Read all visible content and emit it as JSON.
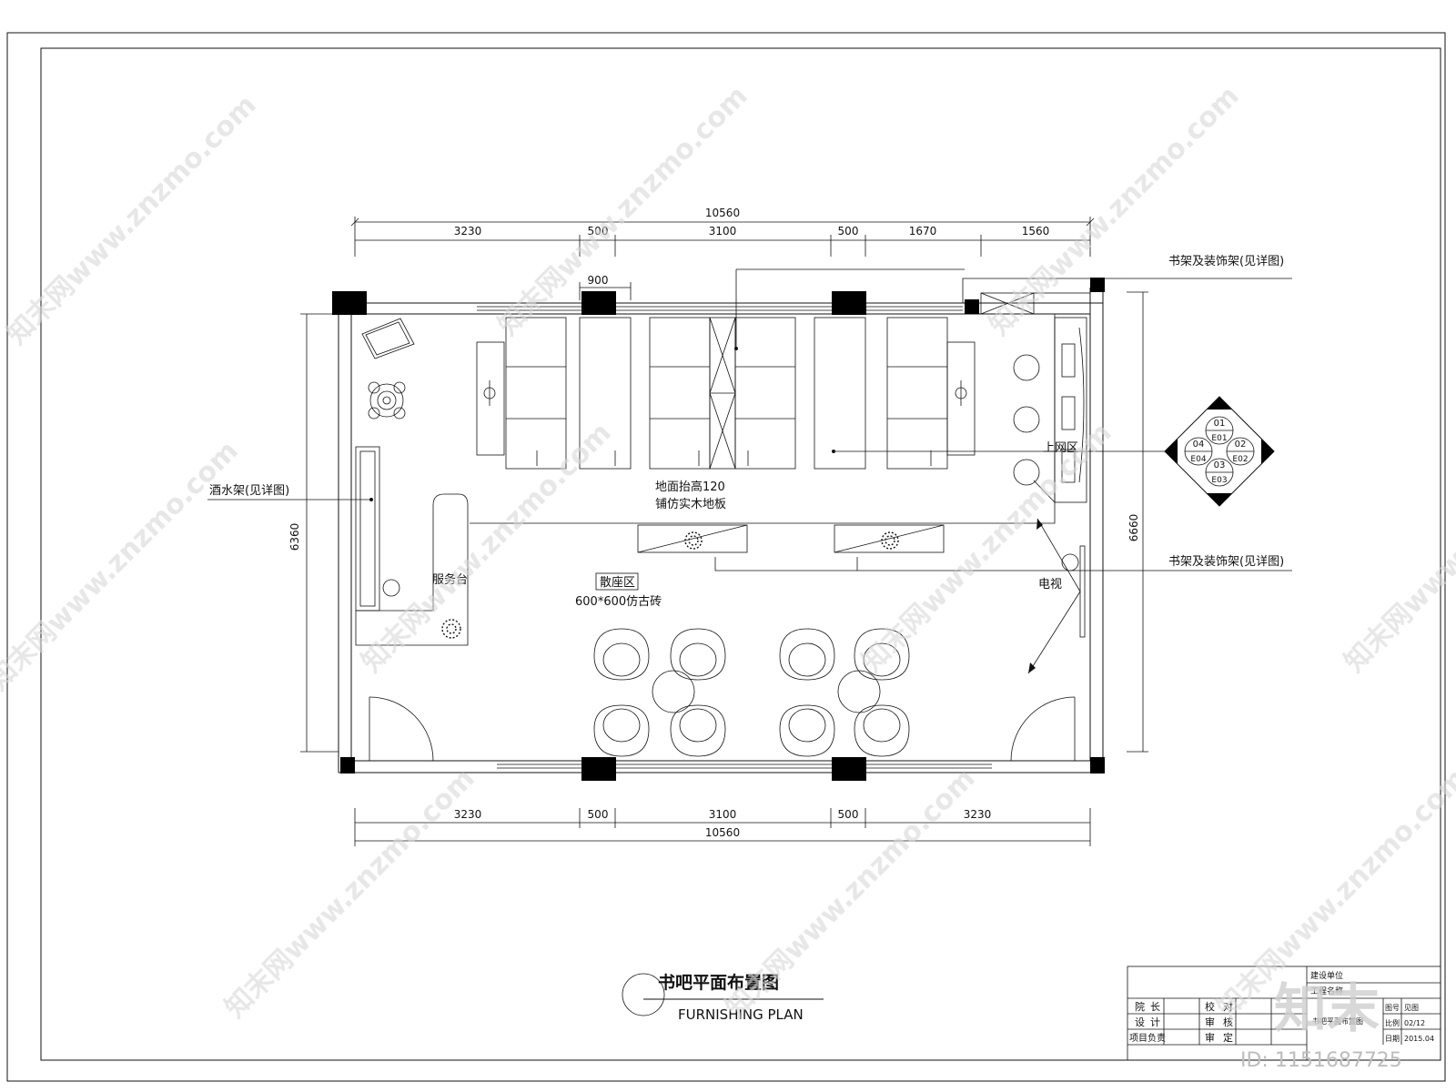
{
  "drawing": {
    "title_cn": "书吧平面布置图",
    "title_en": "FURNISHING PLAN"
  },
  "dimensions": {
    "top_total": "10560",
    "top_segments": [
      "3230",
      "500",
      "3100",
      "500",
      "1670",
      "1560"
    ],
    "top_sub": "900",
    "bottom_total": "10560",
    "bottom_segments": [
      "3230",
      "500",
      "3100",
      "500",
      "3230"
    ],
    "left_height": "6360",
    "right_height": "6660"
  },
  "labels": {
    "shelf_top": "书架及装饰架(见详图)",
    "shelf_mid": "书架及装饰架(见详图)",
    "wine_rack": "酒水架(见详图)",
    "internet_area": "上网区",
    "floor_raise_1": "地面抬高120",
    "floor_raise_2": "铺仿实木地板",
    "service_desk": "服务台",
    "seating_area": "散座区",
    "tile": "600*600仿古砖",
    "tv": "电视"
  },
  "symbol": {
    "n": "01",
    "e": "02",
    "s": "03",
    "w": "04",
    "n2": "E01",
    "e2": "E02",
    "s2": "E03",
    "w2": "E04"
  },
  "title_block": {
    "row1": [
      "院",
      "长",
      "校",
      "对"
    ],
    "row2": [
      "设",
      "计",
      "审",
      "核"
    ],
    "row3": [
      "项目负责",
      "审",
      "定"
    ],
    "unit": "建设单位",
    "project": "工程名称",
    "code_label": "图号",
    "sheet": "02/12",
    "date_label": "日期",
    "date": "2015.04",
    "scale_label": "比例",
    "scale": "见图",
    "drawing_name": "书吧平面布置图"
  },
  "watermark": {
    "text": "知末网www.znzmo.com",
    "logo": "知末",
    "id": "ID: 1151687725"
  }
}
